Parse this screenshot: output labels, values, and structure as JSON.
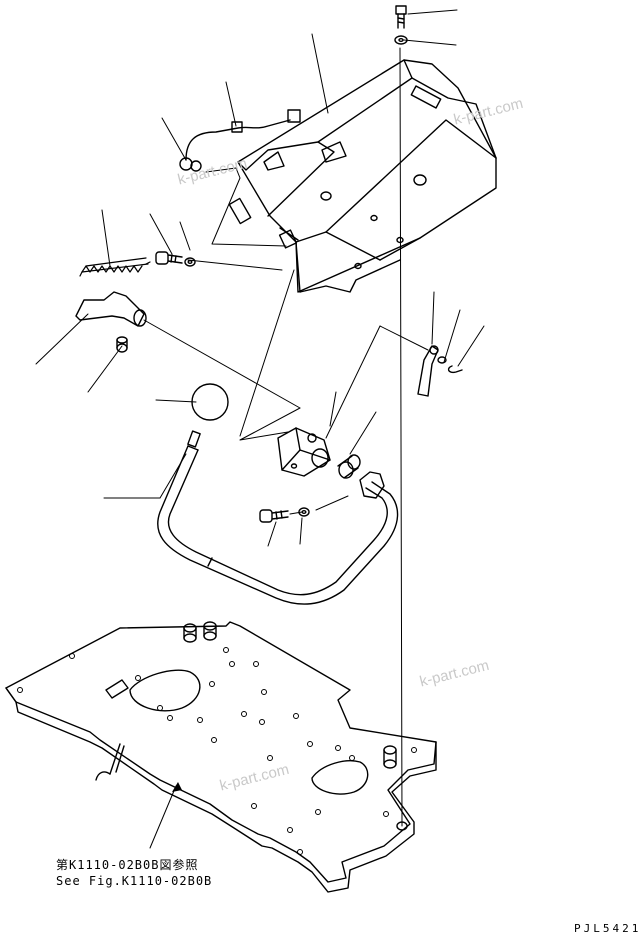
{
  "diagram": {
    "reference_note_jp": "第K1110-02B0B図参照",
    "reference_note_en": "See Fig.K1110-02B0B",
    "drawing_code": "PJL5421",
    "watermarks": [
      "k-part.com",
      "k-part.com",
      "k-part.com",
      "k-part.com"
    ]
  },
  "colors": {
    "line": "#000000",
    "watermark": "#c9c9c9",
    "background": "#ffffff"
  }
}
